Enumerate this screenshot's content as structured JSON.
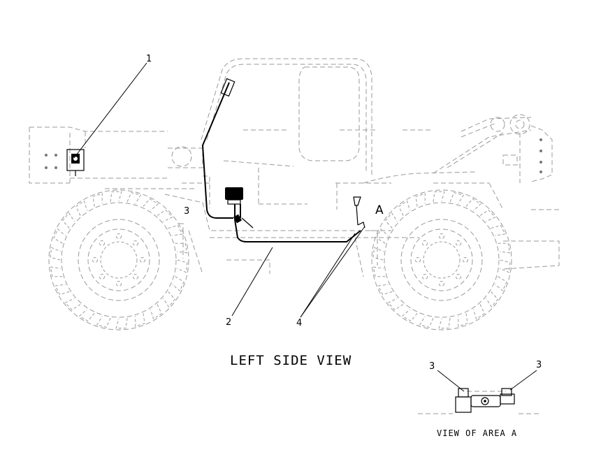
{
  "callouts": {
    "c1": "1",
    "c2": "2",
    "c3_main": "3",
    "c4": "4",
    "area_a": "A",
    "c3_left": "3",
    "c3_right": "3"
  },
  "captions": {
    "main_view": "LEFT SIDE VIEW",
    "detail_view": "VIEW OF AREA A"
  }
}
